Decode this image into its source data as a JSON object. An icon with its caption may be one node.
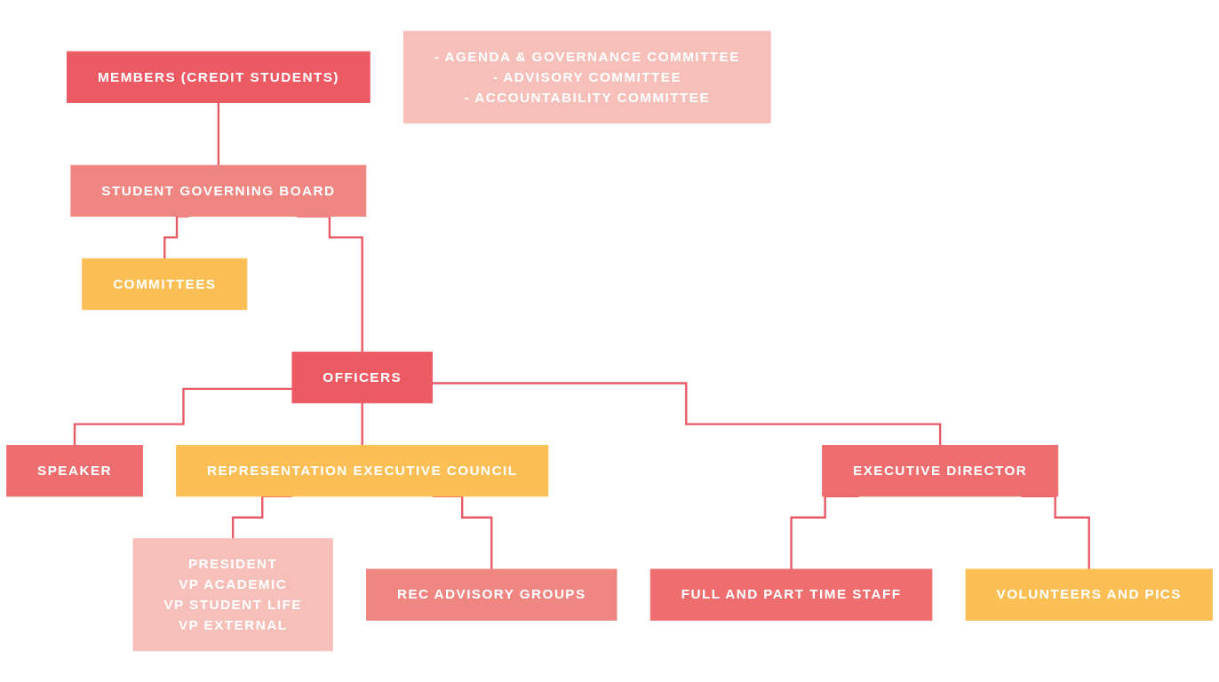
{
  "diagram": {
    "nodes": [
      {
        "text": [
          "MEMBERS (CREDIT STUDENTS)"
        ]
      },
      {
        "text": [
          "STUDENT GOVERNING BOARD"
        ]
      },
      {
        "text": [
          "COMMITTEES"
        ]
      },
      {
        "text": [
          "- AGENDA & GOVERNANCE COMMITTEE",
          "- ADVISORY COMMITTEE",
          "- ACCOUNTABILITY COMMITTEE"
        ]
      },
      {
        "text": [
          "OFFICERS"
        ]
      },
      {
        "text": [
          "SPEAKER"
        ]
      },
      {
        "text": [
          "REPRESENTATION EXECUTIVE COUNCIL"
        ]
      },
      {
        "text": [
          "EXECUTIVE DIRECTOR"
        ]
      },
      {
        "text": [
          "PRESIDENT",
          "VP ACADEMIC",
          "VP STUDENT LIFE",
          "VP EXTERNAL"
        ]
      },
      {
        "text": [
          "REC ADVISORY GROUPS"
        ]
      },
      {
        "text": [
          "FULL AND PART TIME STAFF"
        ]
      },
      {
        "text": [
          "VOLUNTEERS AND PICS"
        ]
      }
    ],
    "edges": [
      {
        "from": 0,
        "to": 1,
        "arrow": "none"
      },
      {
        "from": 1,
        "to": 2,
        "arrow": "none"
      },
      {
        "from": 1,
        "to": 4,
        "arrow": "none"
      },
      {
        "from": 4,
        "to": 5,
        "arrow": "none"
      },
      {
        "from": 4,
        "to": 6,
        "arrow": "none"
      },
      {
        "from": 4,
        "to": 7,
        "arrow": "none"
      },
      {
        "from": 6,
        "to": 8,
        "arrow": "none"
      },
      {
        "from": 6,
        "to": 9,
        "arrow": "none"
      },
      {
        "from": 7,
        "to": 10,
        "arrow": "none"
      },
      {
        "from": 7,
        "to": 11,
        "arrow": "none"
      }
    ]
  }
}
